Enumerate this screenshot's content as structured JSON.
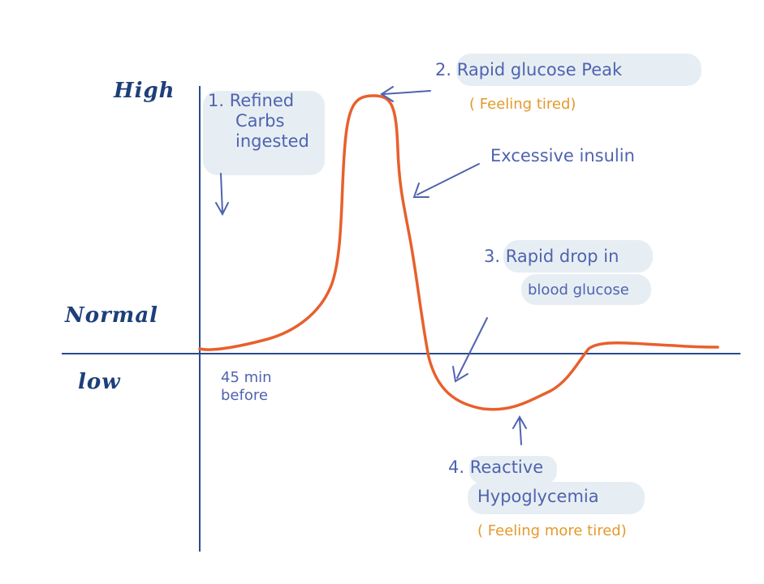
{
  "y_axis": {
    "high_label": "High",
    "normal_label": "Normal",
    "low_label": "low"
  },
  "x_axis": {
    "start_label_line1": "45 min",
    "start_label_line2": "before"
  },
  "annotations": {
    "step1": {
      "lines": [
        "1. Refined",
        "Carbs",
        "ingested"
      ]
    },
    "step2": {
      "title": "2. Rapid glucose Peak",
      "note": "( Feeling tired)"
    },
    "insulin": {
      "text": "Excessive insulin"
    },
    "step3": {
      "line1": "3. Rapid drop in",
      "line2": "blood glucose"
    },
    "step4": {
      "line1": "4. Reactive",
      "line2": "Hypoglycemia",
      "note": "( Feeling more tired)"
    }
  },
  "colors": {
    "axis": "#2a4c8c",
    "curve": "#e8602c",
    "annotation": "#4f63b0",
    "axis_label": "#1d3f7a",
    "highlight": "#e7eef3",
    "note": "#e39a2b"
  }
}
